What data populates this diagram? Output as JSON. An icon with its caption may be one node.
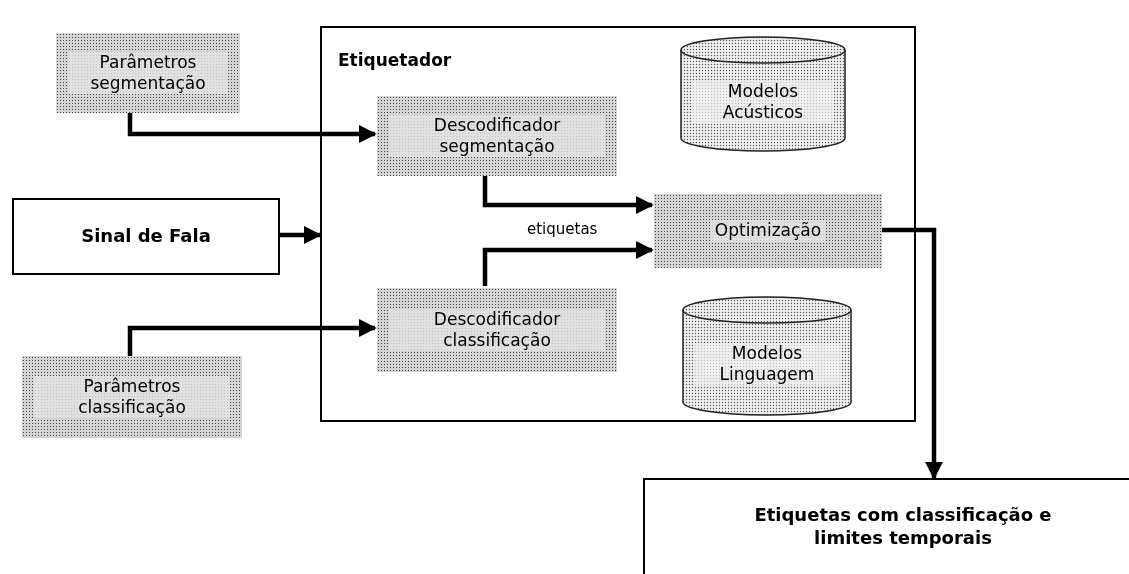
{
  "diagram": {
    "nodes": [
      {
        "text": [
          "Parâmetros segmentação"
        ]
      },
      {
        "text": [
          "Etiquetador"
        ]
      },
      {
        "text": [
          "Descodificador segmentação"
        ],
        "in": 1
      },
      {
        "text": [
          "Modelos Acústicos"
        ],
        "in": 1
      },
      {
        "text": [
          "Optimização"
        ],
        "in": 1
      },
      {
        "text": [
          "Descodificador classificação"
        ],
        "in": 1
      },
      {
        "text": [
          "Modelos Linguagem"
        ],
        "in": 1
      },
      {
        "text": [
          "Sinal de Fala"
        ]
      },
      {
        "text": [
          "Parâmetros classificação"
        ]
      },
      {
        "text": [
          "Etiquetas com classificação e limites temporais"
        ]
      }
    ],
    "edges": [
      {
        "from": 0,
        "to": 2,
        "arrow": "to"
      },
      {
        "from": 7,
        "to": 1,
        "arrow": "to"
      },
      {
        "from": 2,
        "to": 4,
        "arrow": "to",
        "label": "etiquetas"
      },
      {
        "from": 5,
        "to": 4,
        "arrow": "to"
      },
      {
        "from": 8,
        "to": 5,
        "arrow": "to"
      },
      {
        "from": 4,
        "to": 9,
        "arrow": "to"
      }
    ]
  }
}
